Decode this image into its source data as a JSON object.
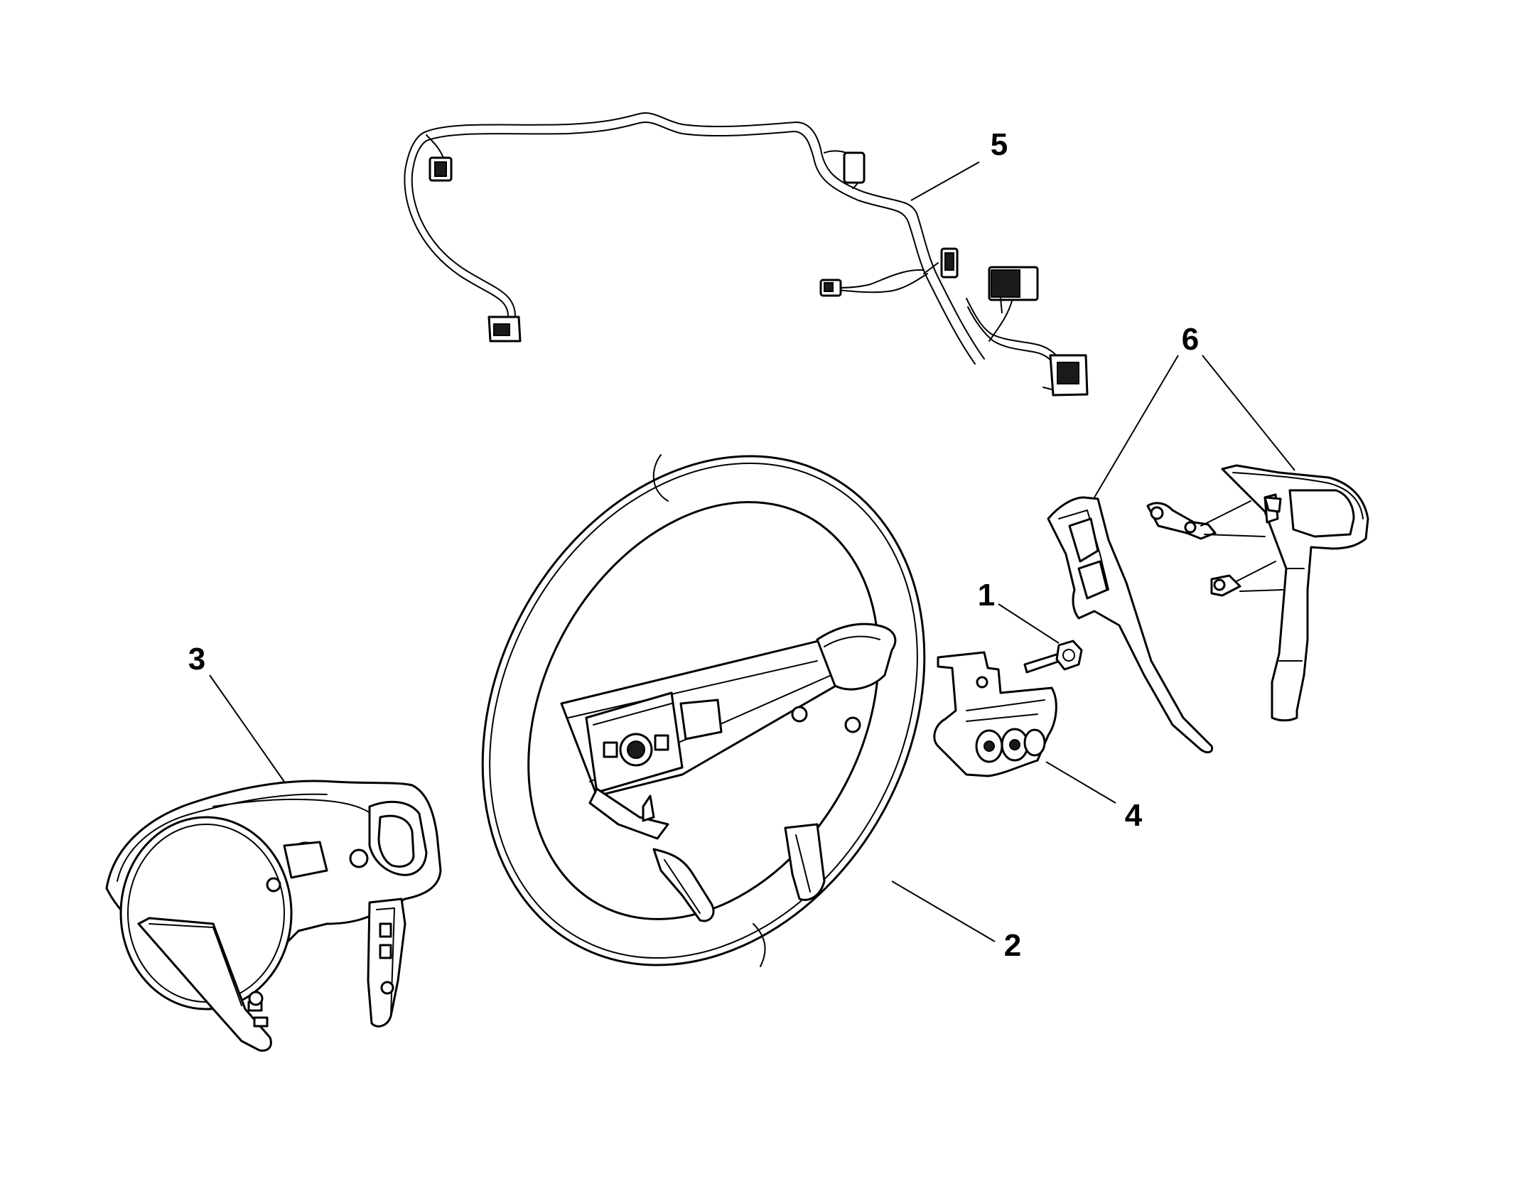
{
  "diagram": {
    "callouts": [
      {
        "id": "1",
        "label": "1"
      },
      {
        "id": "2",
        "label": "2"
      },
      {
        "id": "3",
        "label": "3"
      },
      {
        "id": "4",
        "label": "4"
      },
      {
        "id": "5",
        "label": "5"
      },
      {
        "id": "6",
        "label": "6"
      }
    ]
  },
  "colors": {
    "line": "#000000",
    "background": "#ffffff"
  }
}
